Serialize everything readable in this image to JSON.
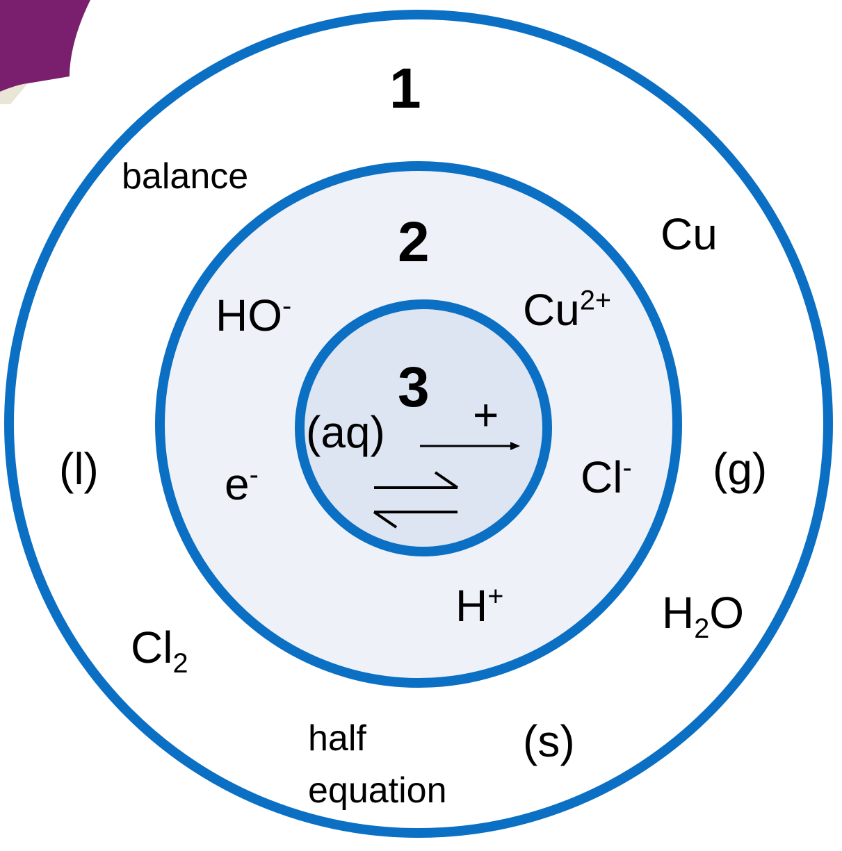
{
  "rings": {
    "outer_number": "1",
    "middle_number": "2",
    "inner_number": "3"
  },
  "outer_terms": {
    "balance": "balance",
    "cu": "Cu",
    "liquid": "(l)",
    "gas": "(g)",
    "water_h": "H",
    "water_sub": "2",
    "water_o": "O",
    "chlorine": "Cl",
    "chlorine_sub": "2",
    "half": "half",
    "equation": "equation",
    "solid": "(s)"
  },
  "middle_terms": {
    "hydroxide": "HO",
    "hydroxide_charge": "-",
    "copper_ion": "Cu",
    "copper_ion_charge": "2+",
    "electron": "e",
    "electron_charge": "-",
    "chloride": "Cl",
    "chloride_charge": "-",
    "hydrogen_ion": "H",
    "hydrogen_ion_charge": "+"
  },
  "inner_terms": {
    "aqueous": "(aq)",
    "plus": "+"
  },
  "colors": {
    "ring_stroke": "#0b6fc4",
    "middle_fill": "#eef2f8",
    "inner_fill": "#dde5f2",
    "corner_purple": "#7a1f6e"
  }
}
